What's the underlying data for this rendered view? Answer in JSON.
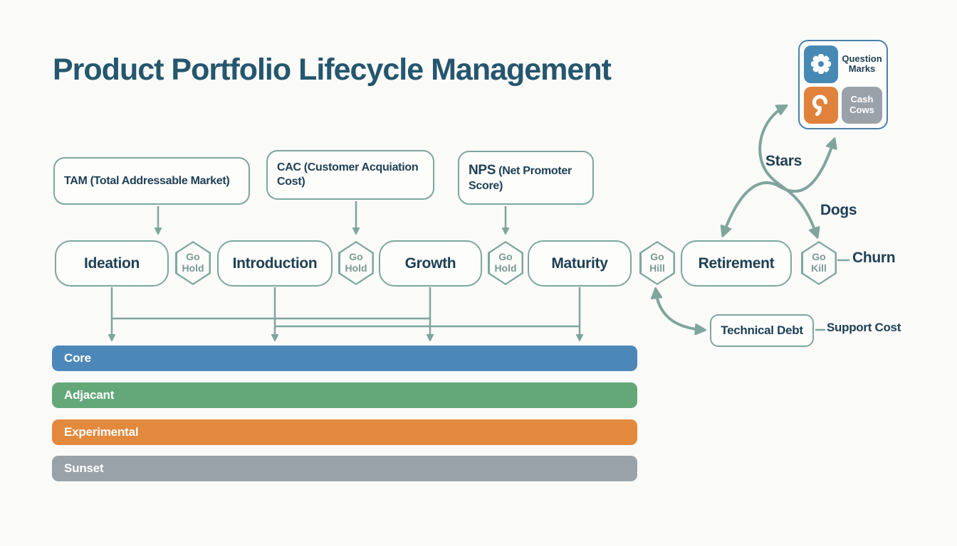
{
  "title": "Product Portfolio Lifecycle Management",
  "kpis": [
    {
      "abbr": "TAM",
      "rest": "(Total Addressable Market)"
    },
    {
      "abbr": "CAC",
      "rest": "(Customer Acquiation Cost)"
    },
    {
      "abbr": "NPS",
      "rest": "(Net Promoter Score)"
    }
  ],
  "stages": [
    {
      "label": "Ideation"
    },
    {
      "label": "Introduction"
    },
    {
      "label": "Growth"
    },
    {
      "label": "Maturity"
    },
    {
      "label": "Retirement"
    }
  ],
  "gates": [
    {
      "label": "Go Hold"
    },
    {
      "label": "Go Hold"
    },
    {
      "label": "Go Hold"
    },
    {
      "label": "Go Hill"
    },
    {
      "label": "Go Kill"
    }
  ],
  "portfolio_bars": [
    {
      "label": "Core",
      "color": "#4c87b9"
    },
    {
      "label": "Adjacant",
      "color": "#64a87a"
    },
    {
      "label": "Experimental",
      "color": "#e3893d"
    },
    {
      "label": "Sunset",
      "color": "#99a1a9"
    }
  ],
  "bcg_matrix": {
    "question_marks_label": "Question Marks",
    "cash_cows_label": "Cash Cows",
    "tiles": [
      {
        "icon": "gear-icon",
        "color": "#4788b5"
      },
      {
        "icon": "swirl-icon",
        "color": "#e0823c"
      },
      {
        "icon": "",
        "color": "#9aa1a9"
      }
    ]
  },
  "annotations": {
    "stars": "Stars",
    "dogs": "Dogs",
    "churn": "Churn",
    "technical_debt": "Technical Debt",
    "support_cost": "Support Cost"
  },
  "colors": {
    "background": "#fafaf8",
    "title": "#25566d",
    "text": "#1e4055",
    "connector": "#7fa59d",
    "box_border": "#7da69e",
    "gate_text": "#7b9a94",
    "matrix_border": "#4a80a8",
    "tile_blue": "#4788b5",
    "tile_orange": "#e0823c",
    "tile_gray": "#9aa1a9"
  }
}
